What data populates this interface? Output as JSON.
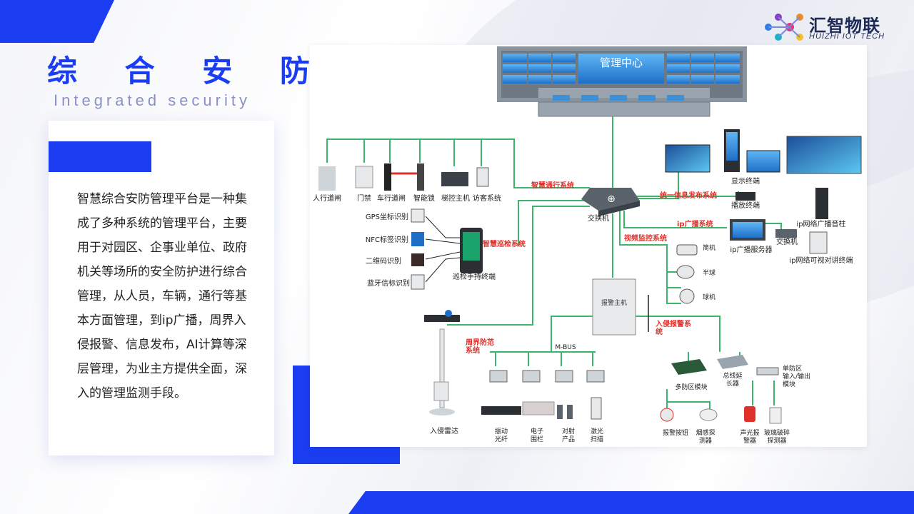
{
  "title": "综 合 安 防",
  "subtitle": "Integrated security",
  "logo": {
    "cn": "汇智物联",
    "en": "HUIZHI IOT TECH"
  },
  "description": "智慧综合安防管理平台是一种集成了多种系统的管理平台，主要用于对园区、企事业单位、政府机关等场所的安全防护进行综合管理，从人员，车辆，通行等基本方面管理，到ip广播，周界入侵报警、信息发布，AI计算等深层管理，为业主方提供全面，深入的管理监测手段。",
  "colors": {
    "brand_blue": "#1a3df2",
    "line_green": "#3cb46a",
    "label_red": "#e0302a"
  },
  "diagram": {
    "center": "管理中心",
    "switch": "交换机",
    "access_devices": [
      "人行道闸",
      "门禁",
      "车行道闸",
      "智能锁",
      "梯控主机",
      "访客系统"
    ],
    "identify": [
      "GPS坐标识别",
      "NFC标签识别",
      "二维码识别",
      "蓝牙信标识别"
    ],
    "patrol_terminal": "巡检手持终端",
    "systems": {
      "pass": "智慧通行系统",
      "patrol": "智慧巡检系统",
      "info": "统一信息发布系统",
      "broadcast": "ip广播系统",
      "video": "视频监控系统",
      "perimeter": "周界防范\n系统",
      "intrusion": "入侵报警系\n统"
    },
    "display_terminal": "显示终端",
    "player_terminal": "播放终端",
    "broadcast_column": "ip网络广播音柱",
    "broadcast_server": "ip广播服务器",
    "switch2": "交换机",
    "intercom": "ip网络可视对讲终端",
    "cameras": [
      "简机",
      "半球",
      "球机"
    ],
    "alarm_host": "报警主机",
    "mbus": "M-BUS",
    "radar": "入侵雷达",
    "perimeter_devices": [
      "振动\n光纤",
      "电子\n围栏",
      "对射\n产品",
      "激光\n扫描"
    ],
    "multi_zone": "多防区模块",
    "bus_extender": "总线延\n长器",
    "single_zone": "单防区\n输入/输出\n模块",
    "alarm_devices": [
      "报警按钮",
      "烟感探\n测器",
      "声光报\n警器",
      "玻璃破碎\n探测器"
    ]
  }
}
